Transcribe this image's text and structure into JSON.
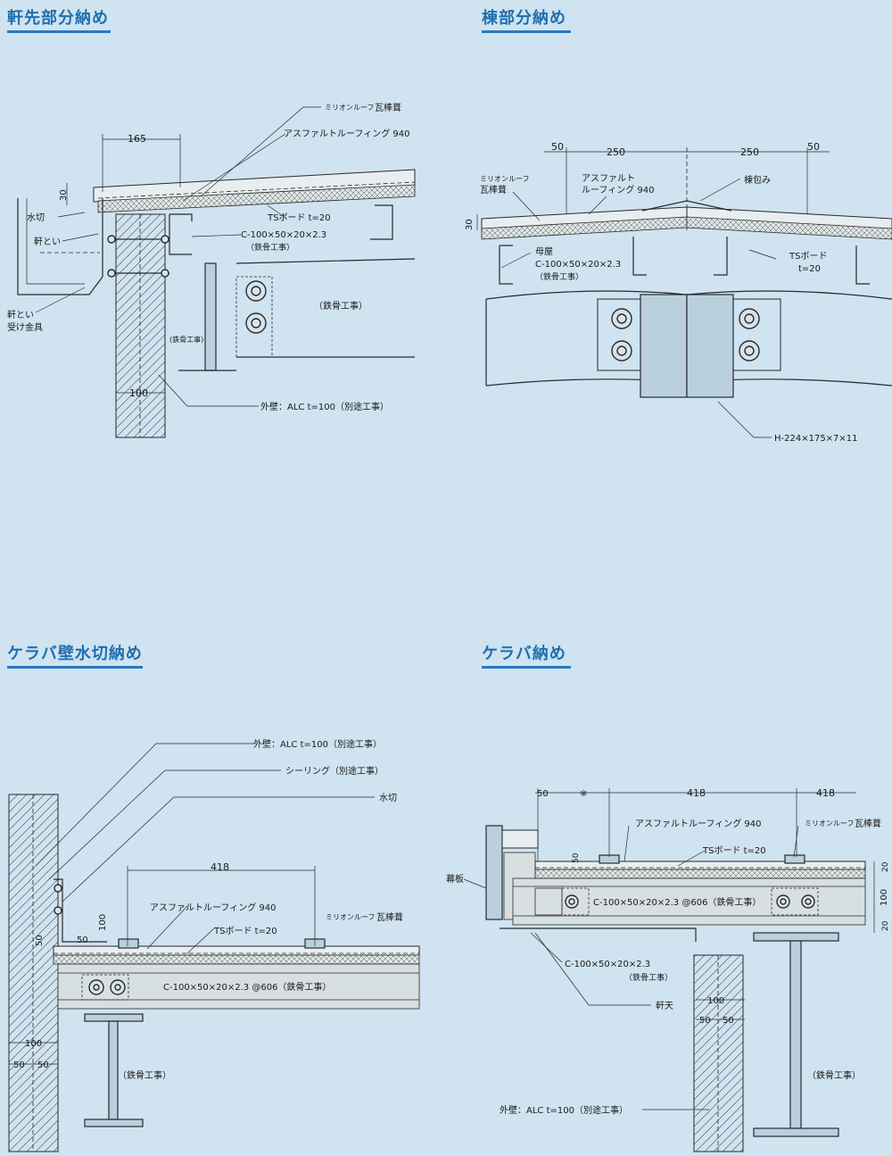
{
  "titles": {
    "eaves": "軒先部分納め",
    "ridge": "棟部分納め",
    "verge_wall": "ケラバ壁水切納め",
    "verge": "ケラバ納め"
  },
  "eaves": {
    "dim_165": "165",
    "dim_30": "30",
    "dim_100": "100",
    "roof_label_small": "ミリオンルーフ",
    "roof_label": "瓦棒葺",
    "asphalt": "アスファルトルーフィング 940",
    "ts_board": "TSボード t=20",
    "c_steel": "C-100×50×20×2.3",
    "steel_work_paren": "（鉄骨工事）",
    "steel_work_main": "（鉄骨工事）",
    "steel_work_small": "(鉄骨工事)",
    "flashing": "水切",
    "gutter": "軒とい",
    "gutter_bracket_1": "軒とい",
    "gutter_bracket_2": "受け金具",
    "wall": "外壁：ALC t=100（別途工事）"
  },
  "ridge": {
    "dim_50a": "50",
    "dim_250a": "250",
    "dim_250b": "250",
    "dim_50b": "50",
    "dim_30": "30",
    "roof_label_small": "ミリオンルーフ",
    "roof_label": "瓦棒葺",
    "asphalt_1": "アスファルト",
    "asphalt_2": "ルーフィング 940",
    "ridge_cover": "棟包み",
    "purlin": "母屋",
    "c_steel": "C-100×50×20×2.3",
    "steel_work": "（鉄骨工事）",
    "ts_board_1": "TSボード",
    "ts_board_2": "t=20",
    "h_steel": "H-224×175×7×11"
  },
  "verge_wall": {
    "wall": "外壁：ALC t=100（別途工事）",
    "sealing": "シーリング（別途工事）",
    "flashing": "水切",
    "dim_418": "418",
    "dim_100_v": "100",
    "dim_50_v": "50",
    "dim_50_h": "50",
    "roof_label_small": "ミリオンルーフ",
    "roof_label": "瓦棒葺",
    "asphalt": "アスファルトルーフィング 940",
    "ts_board": "TSボード t=20",
    "c_steel": "C-100×50×20×2.3 @606（鉄骨工事）",
    "dim_100": "100",
    "dim_50a": "50",
    "dim_50b": "50",
    "steel_work": "（鉄骨工事）"
  },
  "verge": {
    "dim_50": "50",
    "note_mark": "※",
    "dim_418a": "418",
    "dim_418b": "418",
    "asphalt": "アスファルトルーフィング 940",
    "roof_label_small": "ミリオンルーフ",
    "roof_label": "瓦棒葺",
    "ts_board": "TSボード t=20",
    "fascia": "幕板",
    "dim_50_v": "50",
    "c_steel_inner": "C-100×50×20×2.3 @606（鉄骨工事）",
    "dim_20a": "20",
    "dim_100_v": "100",
    "dim_20b": "20",
    "c_steel": "C-100×50×20×2.3",
    "steel_work_paren": "（鉄骨工事）",
    "soffit": "軒天",
    "dim_100": "100",
    "dim_50a": "50",
    "dim_50b": "50",
    "steel_work": "（鉄骨工事）",
    "wall": "外壁：ALC t=100（別途工事）"
  }
}
